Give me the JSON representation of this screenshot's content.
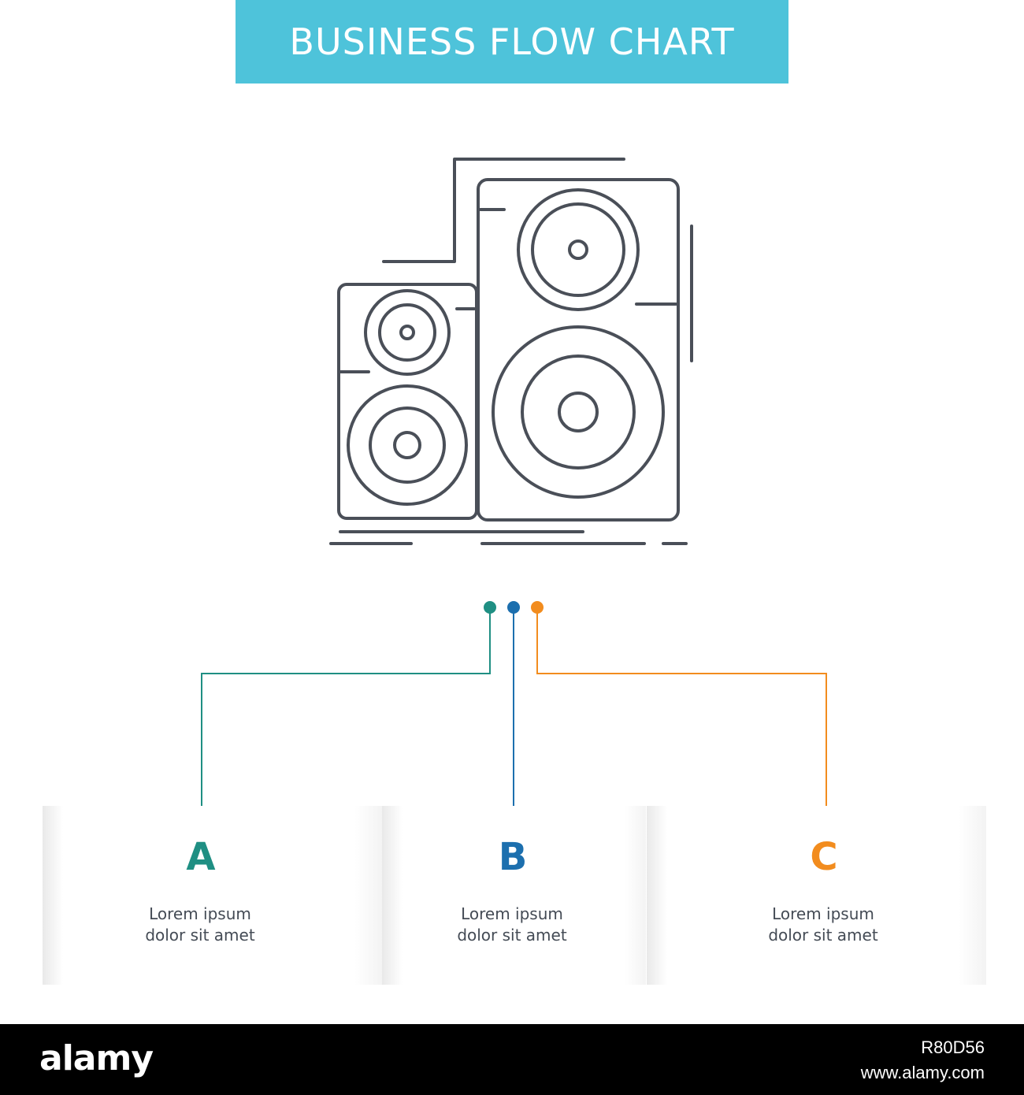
{
  "title": "BUSINESS FLOW CHART",
  "colors": {
    "banner": "#4ec3da",
    "icon_stroke": "#4a4f58",
    "step_a": "#1f8f83",
    "step_b": "#1c6fae",
    "step_c": "#f28c1e",
    "body_text": "#444b55"
  },
  "central_icon": "speaker-icon",
  "steps": [
    {
      "letter": "A",
      "line1": "Lorem ipsum",
      "line2": "dolor sit amet"
    },
    {
      "letter": "B",
      "line1": "Lorem ipsum",
      "line2": "dolor sit amet"
    },
    {
      "letter": "C",
      "line1": "Lorem ipsum",
      "line2": "dolor sit amet"
    }
  ],
  "footer": {
    "logo": "alamy",
    "image_id": "R80D56",
    "url": "www.alamy.com"
  }
}
